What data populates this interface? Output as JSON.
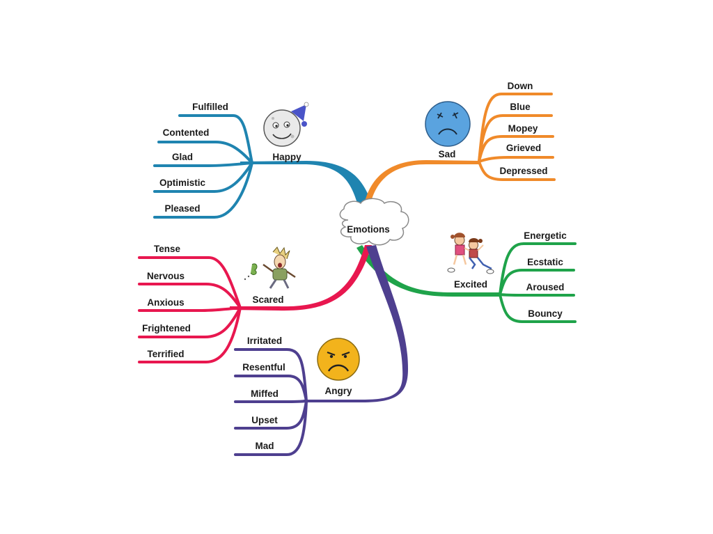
{
  "center": {
    "label": "Emotions"
  },
  "colors": {
    "happy": "#1f84b0",
    "sad": "#f08a2a",
    "excited": "#1fa34a",
    "scared": "#e8174f",
    "angry": "#4e3f8f",
    "sad_face": "#5aa3df",
    "angry_face": "#f2b31c"
  },
  "branches": {
    "happy": {
      "label": "Happy",
      "icon": "moon-face-icon",
      "items": [
        "Fulfilled",
        "Contented",
        "Glad",
        "Optimistic",
        "Pleased"
      ]
    },
    "sad": {
      "label": "Sad",
      "icon": "sad-face-icon",
      "items": [
        "Down",
        "Blue",
        "Mopey",
        "Grieved",
        "Depressed"
      ]
    },
    "excited": {
      "label": "Excited",
      "icon": "kids-playing-icon",
      "items": [
        "Energetic",
        "Ecstatic",
        "Aroused",
        "Bouncy"
      ]
    },
    "scared": {
      "label": "Scared",
      "icon": "scared-person-icon",
      "items": [
        "Tense",
        "Nervous",
        "Anxious",
        "Frightened",
        "Terrified"
      ]
    },
    "angry": {
      "label": "Angry",
      "icon": "angry-face-icon",
      "items": [
        "Irritated",
        "Resentful",
        "Miffed",
        "Upset",
        "Mad"
      ]
    }
  }
}
